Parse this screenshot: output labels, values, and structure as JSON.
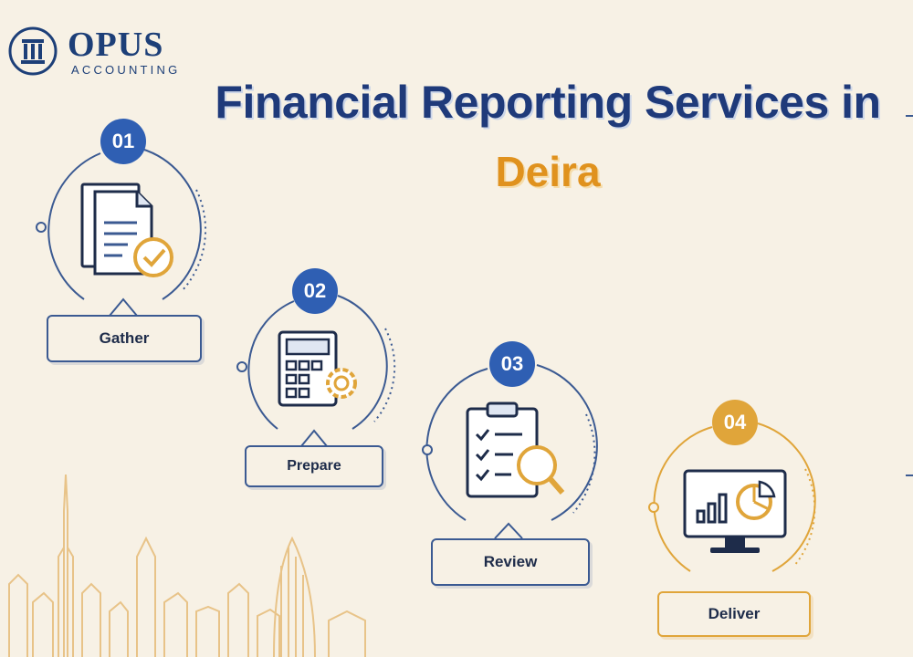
{
  "brand": {
    "name": "OPUS",
    "tagline": "ACCOUNTING"
  },
  "title": {
    "line1": "Financial Reporting Services in",
    "line2": "Deira"
  },
  "colors": {
    "navy": "#1f3a7a",
    "blue_badge": "#2f5fb3",
    "gold": "#e0921e",
    "background": "#f7f1e5"
  },
  "steps": [
    {
      "number": "01",
      "label": "Gather",
      "icon": "documents-check-icon"
    },
    {
      "number": "02",
      "label": "Prepare",
      "icon": "calculator-gear-icon"
    },
    {
      "number": "03",
      "label": "Review",
      "icon": "clipboard-magnifier-icon"
    },
    {
      "number": "04",
      "label": "Deliver",
      "icon": "monitor-chart-icon"
    }
  ]
}
